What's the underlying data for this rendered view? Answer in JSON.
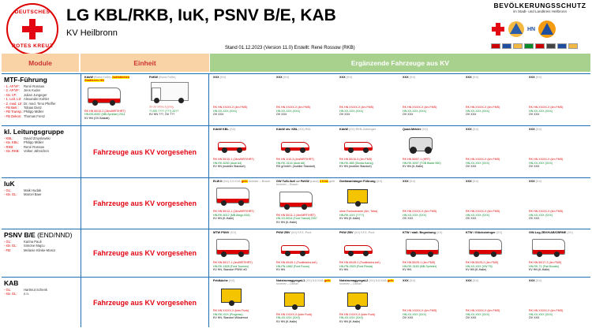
{
  "header": {
    "logo_top": "DEUTSCHES",
    "logo_bottom": "ROTES KREUZ",
    "title": "LG KBL/RKB, IuK, PSNV B/E, KAB",
    "subtitle": "KV Heilbronn",
    "stand": "Stand 01.12.2023 (Version 11.0) Erstellt: René Rossow (RKB)",
    "bvs_title": "BEVÖLKERUNGSSCHUTZ",
    "bvs_sub": "im Stadt- und Landkreis Heilbronn",
    "bvs_mark": "HN"
  },
  "columns": {
    "module": "Module",
    "einheit": "Einheit",
    "ergaenzend": "Ergänzende Fahrzeuge aus KV"
  },
  "placeholder_text": "Fahrzeuge aus KV vorgesehen",
  "rows": [
    {
      "name": "MTF-Führung",
      "roles": [
        [
          "- 1. AF/VF:",
          "René Rossow"
        ],
        [
          "- 2. AF/VF:",
          "Jens Kuder"
        ],
        [
          "- stv. VF:",
          "Julian Jungeger"
        ],
        [
          "- 1. Leit. Ltr:",
          "Alexander Kohler"
        ],
        [
          "- 2. med. Ltr:",
          "Dr. med. Timo Pfeiffer"
        ],
        [
          "- FB Betr.:",
          "Tobias Dietz"
        ],
        [
          "- FB Transp.:",
          "Philipp Müller"
        ],
        [
          "- FB Dekon:",
          "Thomas Frenz"
        ]
      ],
      "einheit": [
        {
          "title": "KdoW",
          "status": "(Bund FaSe)",
          "hl": "Jodfabletten Stadtkreis HN",
          "l1": "RK HN 50/10-2 (24m/MRT/HRT)",
          "l2": "HN-BS-6052 (MB-Sprinter) 2011",
          "l3": "KV HN (OV Abstatt)"
        },
        {
          "title": "FüKW",
          "status": "(Bund FaSe)",
          "hl": "",
          "l1": "?? ?? ????-? (???)",
          "l2": "??-BS ???? (???) 20??",
          "l3": "KV HN ???, OV ???"
        }
      ],
      "ergaenzend": [
        {
          "title": "XXX",
          "status": "(XX)",
          "l1": "RK HN XX/XX-X (4m FMS)",
          "l2": "HN-XX-XXX (XXX)",
          "l3": "OV XXX"
        },
        {
          "title": "XXX",
          "status": "(XX)",
          "l1": "RK HN XX/XX-X (4m FMS)",
          "l2": "HN-XX-XXX (XXX)",
          "l3": "OV XXX"
        },
        {
          "title": "XXX",
          "status": "(XX)",
          "l1": "RK HN XX/XX-X (4m FMS)",
          "l2": "HN-XX-XXX (XXX)",
          "l3": "OV XXX"
        },
        {
          "title": "XXX",
          "status": "(XX)",
          "l1": "RK HN XX/XX-X (4m FMS)",
          "l2": "HN-XX-XXX (XXX)",
          "l3": "OV XXX"
        },
        {
          "title": "XXX",
          "status": "(XX)",
          "l1": "RK HN XX/XX-X (4m FMS)",
          "l2": "HN-XX-XXX (XXX)",
          "l3": "OV XXX"
        },
        {
          "title": "XXX",
          "status": "(XX)",
          "l1": "RK HN XX/XX-X (4m FMS)",
          "l2": "HN-XX-XXX (XXX)",
          "l3": "OV XXX"
        }
      ]
    },
    {
      "name": "kl. Leitungsgruppe",
      "roles": [
        [
          "- KBL:",
          "David Zmyslowski"
        ],
        [
          "- stv. KBL:",
          "Philipp Müller"
        ],
        [
          "- RKB:",
          "René Rossow"
        ],
        [
          "- stv. RKB:",
          "Volker Jähnichen"
        ]
      ],
      "ergaenzend": [
        {
          "title": "KdoW KBL",
          "status": "(XX)",
          "l1": "RK HN 50/10-1 (24m/MRT/HRT)",
          "l2": "HN-RK-8250 (Audi A4)",
          "l3": "KV HN (mobiler Standort)"
        },
        {
          "title": "KdoW stv. KBL",
          "status": "(XX) RDL",
          "l1": "RK HN 1/10-3 (4m/MRT/HRT)",
          "l2": "HN-RK-3144 (Audi A6)",
          "l3": "RD gGmbH, (mobiler Standort)"
        },
        {
          "title": "KdoW",
          "status": "(XX) RKB-Zubringer",
          "l1": "RK HN 50/10-5 (4m FMS)",
          "l2": "HN-RK-885 (Skoda Karoq)",
          "l3": "KV HN (mobiler Standort)"
        },
        {
          "title": "Quad-Melder",
          "status": "(XX)",
          "l1": "RK HN 50/57-1 (HRT)",
          "l2": "HN-RK-5097 (TGB Blade 550)",
          "l3": "KV HN (K-Halle)"
        },
        {
          "title": "XXX",
          "status": "(XX)",
          "l1": "RK HN XX/XX-X (4m FMS)",
          "l2": "HN-XX-XXX (XXX)",
          "l3": "OV XXX"
        },
        {
          "title": "XXX",
          "status": "(XX)",
          "l1": "RK HN XX/XX-X (4m FMS)",
          "l2": "HN-XX-XXX (XXX)",
          "l3": "OV XXX"
        }
      ]
    },
    {
      "name": "IuK",
      "roles": [
        [
          "- GL:",
          "Maik Hudak"
        ],
        [
          "- stv. GL:",
          "Marcel Baer"
        ]
      ],
      "ergaenzend": [
        {
          "title": "ELW II",
          "status": "(XX) 2,5 KVA",
          "hl": "gelb",
          "tail": "Inverter – Bosch",
          "l1": "RK HN 50/12-1 (24m/MRT/HRT)",
          "l2": "HN-RK-5012 (MB Atego 816)",
          "l3": "KV HN (K-Halle)"
        },
        {
          "title": "GW TuSL/tuK => FüKW",
          "status": "(Land)",
          "hl": "4 KVA",
          "tail": "gelb Inverter – Bosch",
          "l1": "RK HN 50/11-1 (4m/MRT/HRT)",
          "l2": "HN-XX-8914 (Ford Transit) 2007",
          "l3": "KV HN (K-Halle)"
        },
        {
          "title": "Gerätean­hänger Führung",
          "status": "(XX)",
          "l1": "ohne Funkrufname (4m, Tetra)",
          "l2": "HN-RK-XXX (????)",
          "l3": "KV HN (K-Halle)"
        },
        {
          "title": "XXX",
          "status": "(XX)",
          "l1": "RK HN XX/XX-X (4m FMS)",
          "l2": "HN-XX-XXX (XXX)",
          "l3": "OV XXX"
        },
        {
          "title": "XXX",
          "status": "(XX)",
          "l1": "RK HN XX/XX-X (4m FMS)",
          "l2": "HN-XX-XXX (XXX)",
          "l3": "OV XXX"
        },
        {
          "title": "XXX",
          "status": "(XX)",
          "l1": "RK HN XX/XX-X (4m FMS)",
          "l2": "HN-XX-XXX (XXX)",
          "l3": "OV XXX"
        }
      ]
    },
    {
      "name": "PSNV B/E",
      "name_extra": "(END/NND)",
      "roles": [
        [
          "- GL:",
          "Karina Pauli"
        ],
        [
          "- stv. GL:",
          "Simone Majcu"
        ],
        [
          "- FB:",
          "Melanie Klinke-Mosor"
        ]
      ],
      "ergaenzend": [
        {
          "title": "MTW PSNV",
          "status": "(XX)",
          "l1": "RK HN 50/17-1 (4m/MRT/HRT)",
          "l2": "HN-RK-1828 (Ford Tourneo)",
          "l3": "KV HN, Standort PSNV eD"
        },
        {
          "title": "PKW ZBV",
          "status": "(XX) KFZ.-Pool",
          "l1": "RK HN 50/49-1 (Funkbüchs tuK)",
          "l2": "HN-PN-1882 (Ford Focus)",
          "l3": "KV HN"
        },
        {
          "title": "PKW ZBV",
          "status": "(XX) KFZ.-Pool",
          "l1": "RK HN 50/49-2 (Funkbüchs tuK)",
          "l2": "HN-PN-2520 (Ford Fiesta)",
          "l3": "KV HN"
        },
        {
          "title": "KTW / stall. Begrobung",
          "status": "(XX)",
          "l1": "RK HN 50/25-1 (4m FMS)",
          "l2": "HN-RK-3183 (MB-Sprinter)",
          "l3": "KV HN"
        },
        {
          "title": "KTW / Glücksbringer",
          "status": "(XX)",
          "l1": "RK HN 50/25-2 (4m FMS)",
          "l2": "HN-XX-XXX (VW T6)",
          "l3": "KV HN (K-Halle)"
        },
        {
          "title": "GW-Log ZBV/KAB/CBRNE",
          "status": "(XX)",
          "l1": "RK HN 50/17-2 (4m FMS)",
          "l2": "HN-RK-71 (Fiat Ducato)",
          "l3": "KV HN (K-Halle)"
        }
      ]
    },
    {
      "name": "KAB",
      "roles": [
        [
          "- GL:",
          "Hartmut Schenk"
        ],
        [
          "- stv. GL:",
          "n.n."
        ]
      ],
      "ergaenzend": [
        {
          "title": "Feldküche",
          "status": "(XX)",
          "l1": "RK HN XX/XX-X (kein Funk)",
          "l2": "HN-RK-XXX (Progress)",
          "l3": "KV HN, Standort Wüstenrot"
        },
        {
          "title": "Notstromaggregat-1",
          "status": "(XX) 5,6 KVA",
          "hl": "gelb",
          "tail": "Inverter – Diesel",
          "l1": "RK HN XX/XX-X (kein Funk)",
          "l2": "HN-XX-XXX (XXX)",
          "l3": "KV HN (K-Halle)"
        },
        {
          "title": "Notstromaggregat-2",
          "status": "(XX) 5,6 KVA",
          "hl": "gelb",
          "tail": "Inverter – Diesel",
          "l1": "RK HN XX/XX-X (kein Funk)",
          "l2": "HN-XX-XXX (XXX)",
          "l3": "KV HN (K-Halle)"
        },
        {
          "title": "XXX",
          "status": "(XX)",
          "l1": "RK HN XX/XX-X (4m FMS)",
          "l2": "HN-XX-XXX (XXX)",
          "l3": "OV XXX"
        },
        {
          "title": "XXX",
          "status": "(XX)",
          "l1": "RK HN XX/XX-X (4m FMS)",
          "l2": "HN-XX-XXX (XXX)",
          "l3": "OV XXX"
        },
        {
          "title": "XXX",
          "status": "(XX)",
          "l1": "RK HN XX/XX-X (4m FMS)",
          "l2": "HN-XX-XXX (XXX)",
          "l3": "OV XXX"
        }
      ]
    }
  ]
}
